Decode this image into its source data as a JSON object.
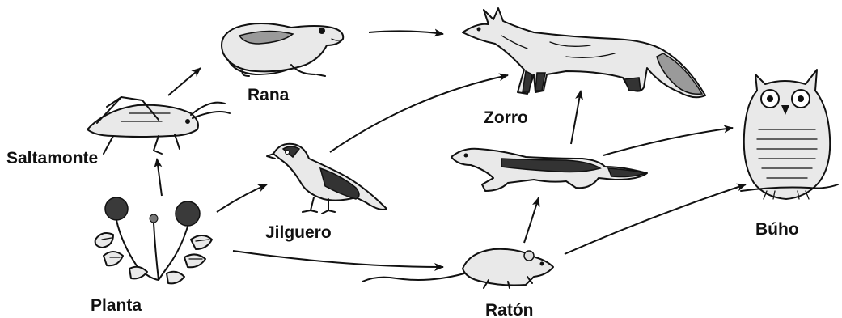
{
  "diagram": {
    "labels": {
      "rana": "Rana",
      "zorro": "Zorro",
      "saltamonte": "Saltamonte",
      "jilguero": "Jilguero",
      "buho": "Búho",
      "planta": "Planta",
      "raton": "Ratón"
    }
  }
}
